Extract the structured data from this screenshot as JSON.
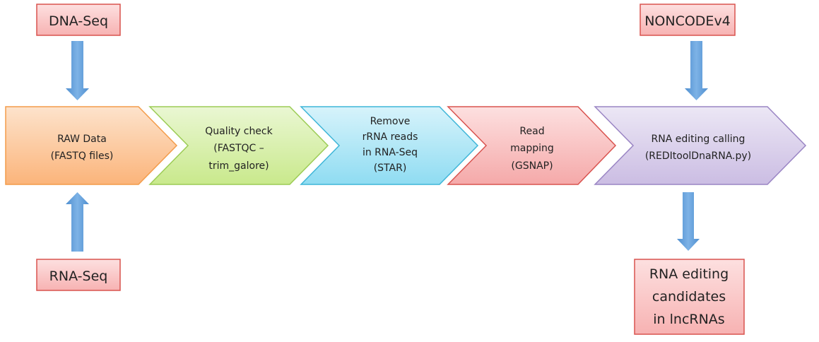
{
  "inputs": {
    "dna_seq": "DNA-Seq",
    "rna_seq": "RNA-Seq",
    "noncode": "NONCODEv4"
  },
  "steps": [
    {
      "lines": [
        "RAW Data",
        "(FASTQ files)"
      ],
      "color": "#fbc79a"
    },
    {
      "lines": [
        "Quality check",
        "(FASTQC –",
        "trim_galore)"
      ],
      "color": "#d6eea6"
    },
    {
      "lines": [
        "Remove",
        "rRNA reads",
        "in RNA-Seq",
        "(STAR)"
      ],
      "color": "#a9e4f4"
    },
    {
      "lines": [
        "Read",
        "mapping",
        "(GSNAP)"
      ],
      "color": "#f7b9b9"
    },
    {
      "lines": [
        "RNA editing calling",
        "(REDItoolDnaRNA.py)"
      ],
      "color": "#d8cdea"
    }
  ],
  "output": {
    "lines": [
      "RNA editing",
      "candidates",
      "in lncRNAs"
    ]
  },
  "colors": {
    "arrow": "#5b9bd5",
    "box_fill": "#f9c6c6",
    "box_border": "#d9534f"
  }
}
